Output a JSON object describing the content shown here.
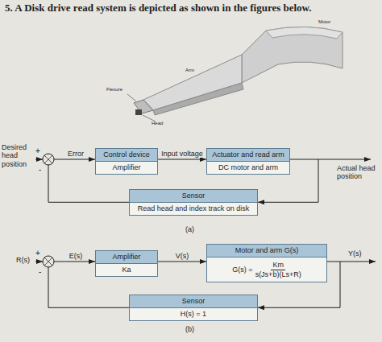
{
  "diagram": {
    "title": "5. A Disk drive read system is depicted as shown in the figures below.",
    "nodes": [
      {
        "text": [
          "Control device",
          "Amplifier"
        ]
      },
      {
        "text": [
          "Actuator and read arm",
          "DC motor and arm"
        ]
      },
      {
        "text": [
          "Sensor",
          "Read head and index track on disk"
        ]
      },
      {
        "text": [
          "Amplifier",
          "Ka"
        ]
      },
      {
        "text": [
          "Motor and arm G(s)",
          "G(s) =",
          "Km",
          "s(Js+b)(Ls+R)"
        ]
      },
      {
        "text": [
          "Sensor",
          "H(s) = 1"
        ]
      }
    ],
    "edges": [
      {
        "from": 0,
        "to": 1,
        "arrow": "to",
        "label": "Input voltage"
      },
      {
        "from": 1,
        "to": 2,
        "arrow": "to"
      },
      {
        "from": 2,
        "to": 0,
        "arrow": "to",
        "label": "Error"
      },
      {
        "from": 3,
        "to": 4,
        "arrow": "to",
        "label": "V(s)"
      },
      {
        "from": 4,
        "to": 5,
        "arrow": "to"
      },
      {
        "from": 5,
        "to": 3,
        "arrow": "to",
        "label": "E(s)"
      }
    ],
    "labels": [
      "Motor",
      "Arm",
      "Flexure",
      "Head",
      "Desired head position",
      "+",
      "-",
      "Actual head position",
      "(a)",
      "R(s)",
      "+",
      "-",
      "Y(s)",
      "(b)"
    ]
  }
}
